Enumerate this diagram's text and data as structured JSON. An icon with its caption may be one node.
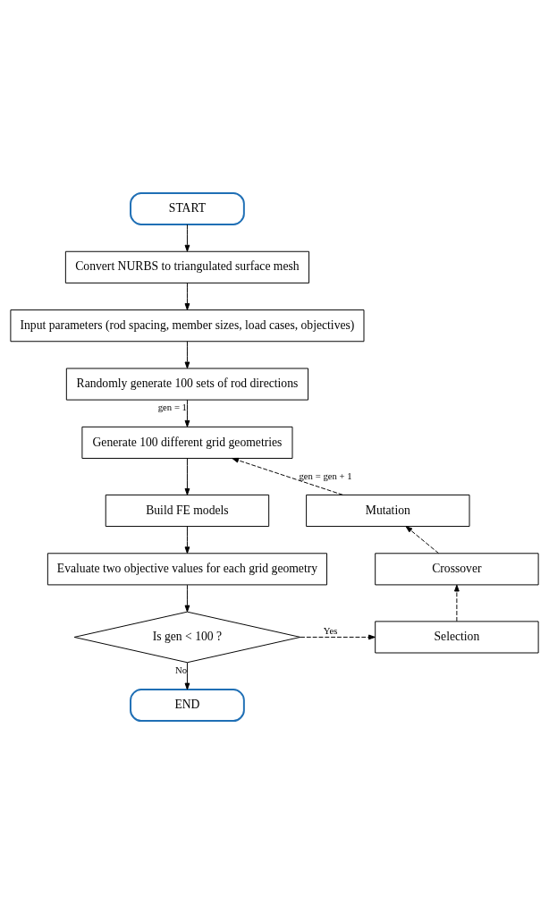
{
  "diagram": {
    "nodes": [
      {
        "text": [
          "START"
        ]
      },
      {
        "text": [
          "Convert NURBS to triangulated surface mesh"
        ]
      },
      {
        "text": [
          "Input parameters (rod spacing, member sizes, load cases, objectives)"
        ]
      },
      {
        "text": [
          "Randomly generate 100 sets of rod directions"
        ]
      },
      {
        "text": [
          "Generate 100 different grid geometries"
        ]
      },
      {
        "text": [
          "Build FE models"
        ]
      },
      {
        "text": [
          "Evaluate two objective values for each grid geometry"
        ]
      },
      {
        "text": [
          "Is gen < 100 ?"
        ]
      },
      {
        "text": [
          "END"
        ]
      },
      {
        "text": [
          "Mutation"
        ]
      },
      {
        "text": [
          "Crossover"
        ]
      },
      {
        "text": [
          "Selection"
        ]
      }
    ],
    "edges": [
      {
        "from": 0,
        "to": 1,
        "arrow": "to"
      },
      {
        "from": 1,
        "to": 2,
        "arrow": "to"
      },
      {
        "from": 2,
        "to": 3,
        "arrow": "to"
      },
      {
        "from": 3,
        "to": 4,
        "arrow": "to",
        "label": "gen = 1"
      },
      {
        "from": 4,
        "to": 5,
        "arrow": "to"
      },
      {
        "from": 5,
        "to": 6,
        "arrow": "to"
      },
      {
        "from": 6,
        "to": 7,
        "arrow": "to"
      },
      {
        "from": 7,
        "to": 8,
        "arrow": "to",
        "label": "No"
      },
      {
        "from": 7,
        "to": 11,
        "arrow": "to",
        "label": "Yes",
        "style": "dashed"
      },
      {
        "from": 11,
        "to": 10,
        "arrow": "to",
        "style": "dashed"
      },
      {
        "from": 10,
        "to": 9,
        "arrow": "to",
        "style": "dashed"
      },
      {
        "from": 9,
        "to": 4,
        "arrow": "to",
        "label": "gen = gen + 1",
        "style": "dashed"
      }
    ]
  }
}
